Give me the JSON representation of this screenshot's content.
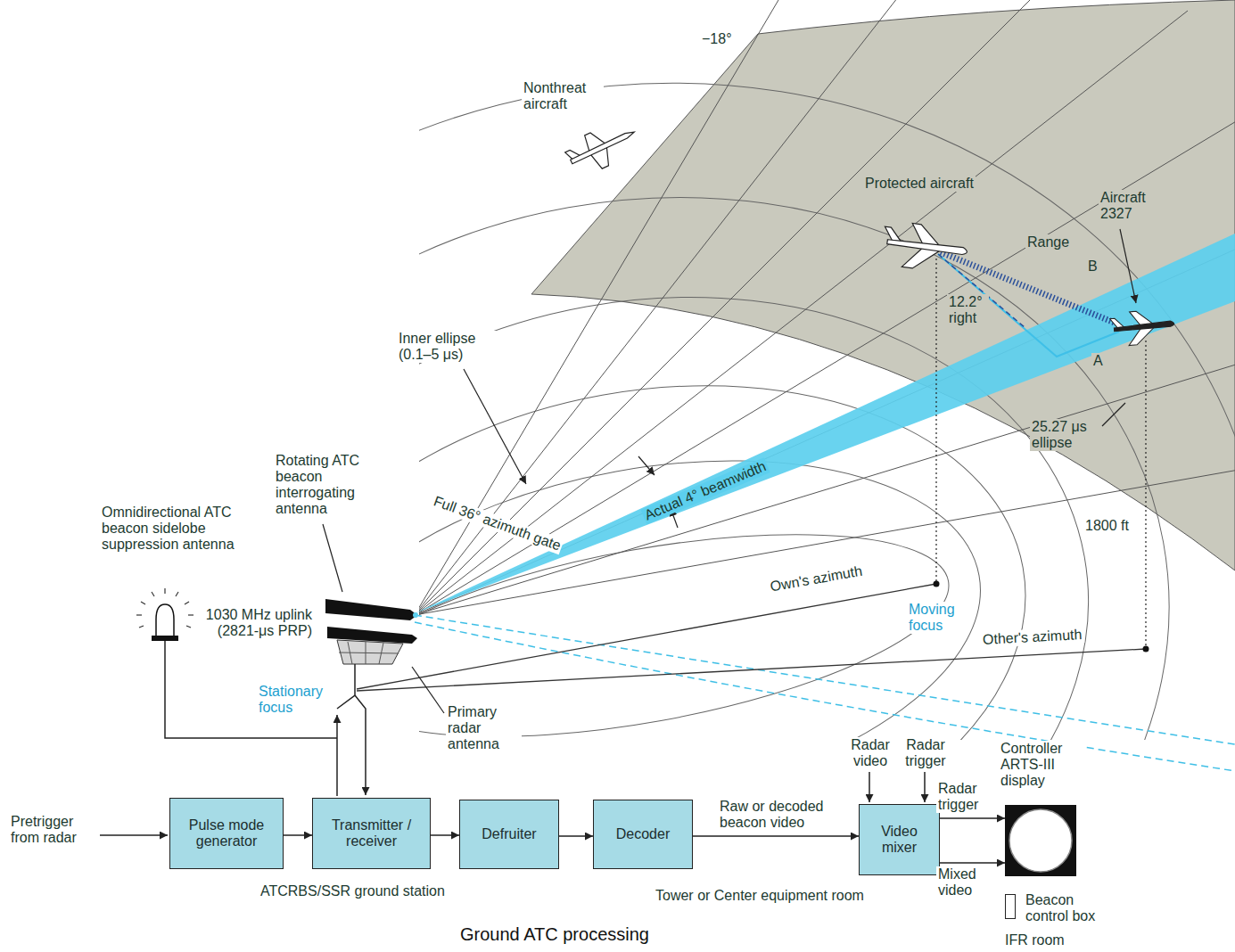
{
  "diagram": {
    "caption": "Ground ATC processing",
    "nodes": [
      {
        "text": [
          "Pulse mode generator"
        ]
      },
      {
        "text": [
          "Transmitter / receiver"
        ]
      },
      {
        "text": [
          "Defruiter"
        ]
      },
      {
        "text": [
          "Decoder"
        ]
      },
      {
        "text": [
          "Video mixer"
        ]
      },
      {
        "text": [
          "Controller ARTS-III display"
        ]
      },
      {
        "text": [
          "Beacon control box"
        ]
      }
    ],
    "edges": [
      {
        "from": 0,
        "to": 1,
        "arrow": "to"
      },
      {
        "from": 1,
        "to": 2,
        "arrow": "to"
      },
      {
        "from": 2,
        "to": 3,
        "arrow": "to"
      },
      {
        "from": 3,
        "to": 4,
        "label": "Raw or decoded beacon video",
        "arrow": "to"
      },
      {
        "from": 4,
        "to": 5,
        "label": "Radar trigger",
        "arrow": "to"
      },
      {
        "from": 4,
        "to": 5,
        "label": "Mixed video",
        "arrow": "to"
      }
    ],
    "labels": [
      "−18°",
      "Nonthreat aircraft",
      "Protected aircraft",
      "Aircraft 2327",
      "Range",
      "B",
      "A",
      "12.2° right",
      "Inner ellipse (0.1–5 μs)",
      "25.27 μs ellipse",
      "Actual 4° beamwidth",
      "Full 36° azimuth gate",
      "1800 ft",
      "Own's azimuth",
      "Moving focus",
      "Other's azimuth",
      "Rotating ATC beacon interrogating antenna",
      "Omnidirectional ATC beacon sidelobe suppression antenna",
      "1030 MHz uplink (2821-μs PRP)",
      "Stationary focus",
      "Primary radar antenna",
      "Pretrigger from radar",
      "Radar video",
      "Radar trigger",
      "ATCRBS/SSR ground station",
      "Tower or Center equipment room",
      "IFR room"
    ]
  }
}
